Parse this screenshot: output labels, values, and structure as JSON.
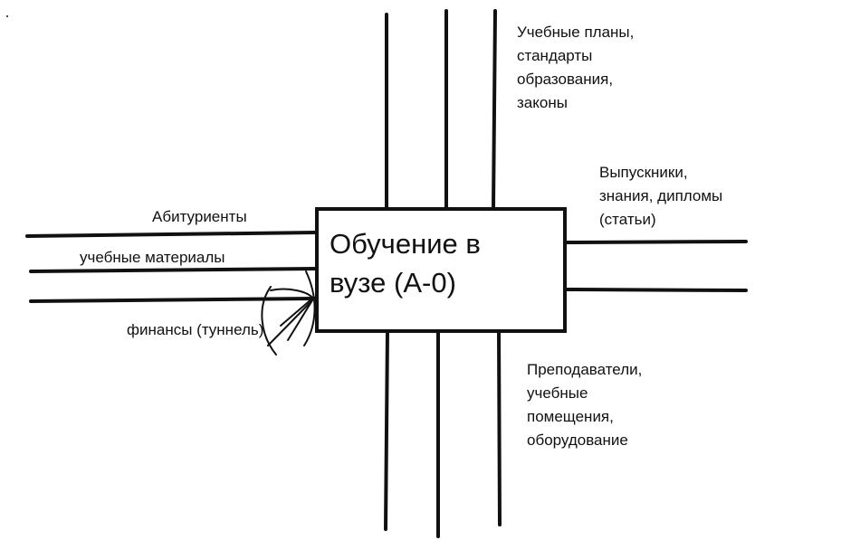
{
  "box": {
    "title": "Обучение в\nвузе (А-0)"
  },
  "inputs": [
    "Абитуриенты",
    "учебные материалы",
    "финансы (туннель)"
  ],
  "controls": {
    "label": "Учебные планы,\nстандарты\nобразования,\nзаконы"
  },
  "outputs": {
    "label": "Выпускники,\nзнания, дипломы\n(статьи)"
  },
  "mechanisms": {
    "label": "Преподаватели,\nучебные\nпомещения,\nоборудование"
  },
  "colors": {
    "ink": "#111111",
    "background": "#ffffff"
  }
}
